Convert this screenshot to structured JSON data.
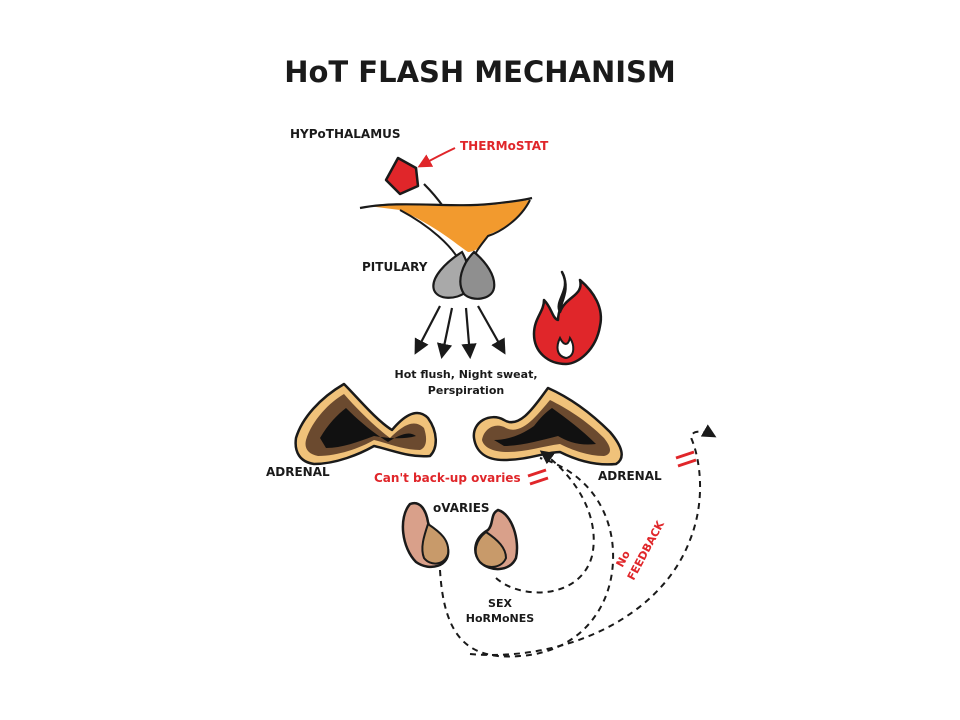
{
  "title": "HoT FLASH MECHANISM",
  "labels": {
    "hypothalamus": "HYPoTHALAMUS",
    "thermostat": "THERMoSTAT",
    "pituitary": "PITULARY",
    "symptoms_line1": "Hot flush, Night sweat,",
    "symptoms_line2": "Perspiration",
    "adrenal_left": "ADRENAL",
    "adrenal_right": "ADRENAL",
    "cant_backup": "Can't back-up ovaries",
    "ovaries": "oVARIES",
    "no_feedback_line1": "No",
    "no_feedback_line2": "FEEDBACK",
    "sex_hormones_line1": "SEX",
    "sex_hormones_line2": "HoRMoNES"
  },
  "colors": {
    "accent_red": "#e0262a",
    "hypothalamus_orange": "#f29a2e",
    "pituitary_gray": "#a9a9a9",
    "adrenal_tan": "#f0c27a",
    "adrenal_brown": "#6b4a2f",
    "ovary_pink": "#d9a08a",
    "ovary_tan": "#c89a6a",
    "ink": "#1a1a1a"
  },
  "icons": [
    "flame-icon",
    "thermostat-shape"
  ]
}
